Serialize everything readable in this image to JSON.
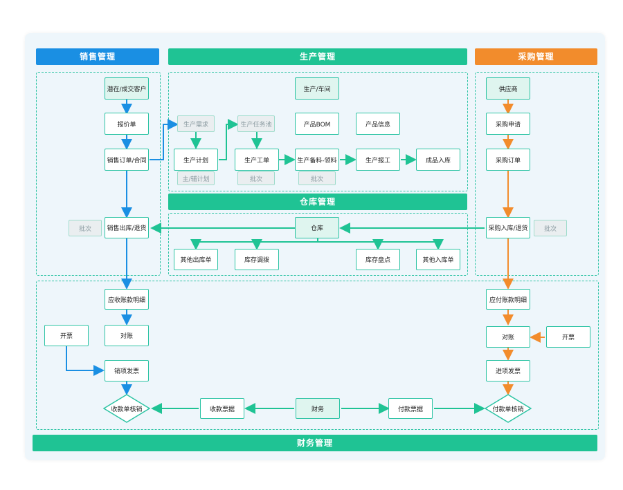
{
  "headers": {
    "sales": "销售管理",
    "production": "生产管理",
    "purchase": "采购管理",
    "warehouse": "仓库管理",
    "finance": "财务管理"
  },
  "sales": {
    "customer": "潜在/成交客户",
    "quote": "报价单",
    "order": "销售订单/合同",
    "outbound": "销售出库/退货",
    "batch": "批次"
  },
  "production": {
    "workshop": "生产/车间",
    "demand": "生产需求",
    "task_pool": "生产任务池",
    "bom": "产品BOM",
    "product_info": "产品信息",
    "plan": "生产计划",
    "work_order": "生产工单",
    "material": "生产备料-领料",
    "report": "生产报工",
    "finished_in": "成品入库",
    "main_aux_plan": "主/辅计划",
    "batch1": "批次",
    "batch2": "批次"
  },
  "purchase": {
    "supplier": "供应商",
    "request": "采购申请",
    "order": "采购订单",
    "inbound": "采购入库/退货",
    "batch": "批次"
  },
  "warehouse": {
    "warehouse": "仓库",
    "other_out": "其他出库单",
    "transfer": "库存调拨",
    "stocktake": "库存盘点",
    "other_in": "其他入库单"
  },
  "finance": {
    "receivable": "应收账款明细",
    "reconcile_left": "对账",
    "invoice_left": "开票",
    "sales_invoice": "销项发票",
    "receipt_verify": "收款单核销",
    "receipt_bill": "收款票据",
    "finance": "财务",
    "payment_bill": "付款票据",
    "payment_verify": "付款单核销",
    "payable": "应付账款明细",
    "reconcile_right": "对账",
    "invoice_right": "开票",
    "purchase_invoice": "进项发票"
  },
  "colors": {
    "blue": "#1a8fe3",
    "green": "#1fc394",
    "orange": "#f28c2c",
    "teal_border": "#2bc3a3"
  }
}
